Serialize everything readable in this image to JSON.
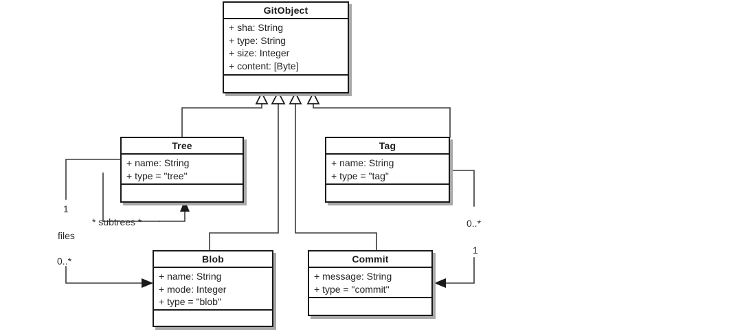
{
  "diagram": {
    "type": "uml-class-diagram",
    "title": "Git object model class diagram",
    "background_color": "#ffffff",
    "line_color": "#3a3a3a",
    "border_color": "#1a1a1a",
    "shadow_color": "#a8a8a8",
    "text_color": "#242424",
    "classes": [
      {
        "id": "gitobject",
        "name": "GitObject",
        "attributes": [
          "+ sha: String",
          "+ type: String",
          "+ size: Integer",
          "+ content: [Byte]"
        ],
        "operations": []
      },
      {
        "id": "tree",
        "name": "Tree",
        "attributes": [
          "+ name: String",
          "+ type = \"tree\""
        ],
        "operations": []
      },
      {
        "id": "tag",
        "name": "Tag",
        "attributes": [
          "+ name: String",
          "+ type = \"tag\""
        ],
        "operations": []
      },
      {
        "id": "blob",
        "name": "Blob",
        "attributes": [
          "+ name: String",
          "+ mode: Integer",
          "+ type = \"blob\""
        ],
        "operations": []
      },
      {
        "id": "commit",
        "name": "Commit",
        "attributes": [
          "+ message: String",
          "+ type = \"commit\""
        ],
        "operations": []
      }
    ],
    "generalizations": [
      {
        "from": "tree",
        "to": "gitobject",
        "arrow": "hollow-triangle"
      },
      {
        "from": "blob",
        "to": "gitobject",
        "arrow": "hollow-triangle"
      },
      {
        "from": "commit",
        "to": "gitobject",
        "arrow": "hollow-triangle"
      },
      {
        "from": "tag",
        "to": "gitobject",
        "arrow": "hollow-triangle"
      }
    ],
    "associations": [
      {
        "id": "tree-subtrees",
        "from": "tree",
        "to": "tree",
        "label": "* subtrees *",
        "arrow": "filled-arrow"
      },
      {
        "id": "tree-files-blob",
        "from": "tree",
        "to": "blob",
        "label": "files",
        "source_multiplicity": "1",
        "target_multiplicity": "0..*",
        "arrow": "filled-arrow"
      },
      {
        "id": "tag-commit",
        "from": "tag",
        "to": "commit",
        "source_multiplicity": "0..*",
        "target_multiplicity": "1",
        "arrow": "filled-arrow"
      }
    ],
    "edge_labels": [
      {
        "id": "left-one",
        "text": "1"
      },
      {
        "id": "subtrees",
        "text": "* subtrees *"
      },
      {
        "id": "files",
        "text": "files"
      },
      {
        "id": "left-zero-many",
        "text": "0..*"
      },
      {
        "id": "right-zero-many",
        "text": "0..*"
      },
      {
        "id": "right-one",
        "text": "1"
      }
    ]
  }
}
